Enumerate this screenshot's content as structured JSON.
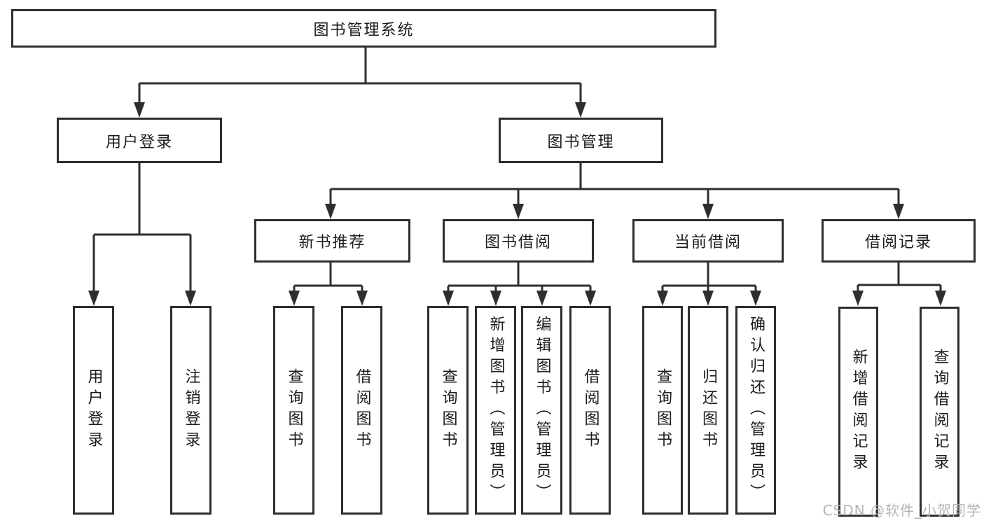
{
  "diagram": {
    "root": {
      "label": "图书管理系统"
    },
    "branches": [
      {
        "label": "用户登录",
        "leaves": [
          {
            "label": "用户登录"
          },
          {
            "label": "注销登录"
          }
        ]
      },
      {
        "label": "图书管理",
        "sections": [
          {
            "label": "新书推荐",
            "leaves": [
              {
                "label": "查询图书"
              },
              {
                "label": "借阅图书"
              }
            ]
          },
          {
            "label": "图书借阅",
            "leaves": [
              {
                "label": "查询图书"
              },
              {
                "label": "新增图书（管理员）"
              },
              {
                "label": "编辑图书（管理员）"
              },
              {
                "label": "借阅图书"
              }
            ]
          },
          {
            "label": "当前借阅",
            "leaves": [
              {
                "label": "查询图书"
              },
              {
                "label": "归还图书"
              },
              {
                "label": "确认归还（管理员）"
              }
            ]
          },
          {
            "label": "借阅记录",
            "leaves": [
              {
                "label": "新增借阅记录"
              },
              {
                "label": "查询借阅记录"
              }
            ]
          }
        ]
      }
    ]
  },
  "watermark": {
    "text": "CSDN @软件_小贺同学"
  }
}
